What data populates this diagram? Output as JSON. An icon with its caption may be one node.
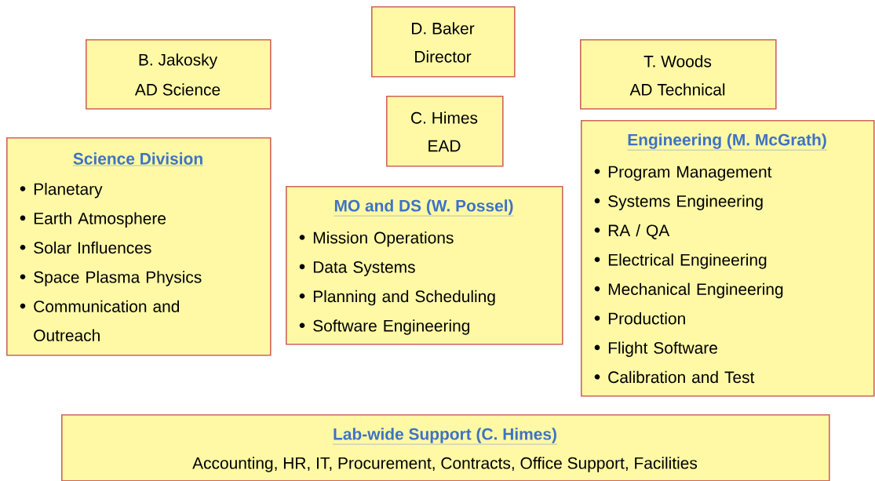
{
  "diagram": {
    "nodes": [
      {
        "text": [
          "D. Baker",
          "Director"
        ]
      },
      {
        "text": [
          "B. Jakosky",
          "AD Science"
        ]
      },
      {
        "text": [
          "T. Woods",
          "AD Technical"
        ]
      },
      {
        "text": [
          "C. Himes",
          "EAD"
        ]
      },
      {
        "text": [
          "Science Division",
          "Planetary",
          "Earth Atmosphere",
          "Solar Influences",
          "Space Plasma Physics",
          "Communication and Outreach"
        ]
      },
      {
        "text": [
          "MO and DS (W. Possel)",
          "Mission Operations",
          "Data Systems",
          "Planning and Scheduling",
          "Software Engineering"
        ]
      },
      {
        "text": [
          "Engineering (M. McGrath)",
          "Program Management",
          "Systems Engineering",
          "RA / QA",
          "Electrical Engineering",
          "Mechanical Engineering",
          "Production",
          "Flight Software",
          "Calibration and Test"
        ]
      },
      {
        "text": [
          "Lab-wide Support (C. Himes)",
          "Accounting, HR, IT, Procurement, Contracts, Office Support, Facilities"
        ]
      }
    ]
  }
}
